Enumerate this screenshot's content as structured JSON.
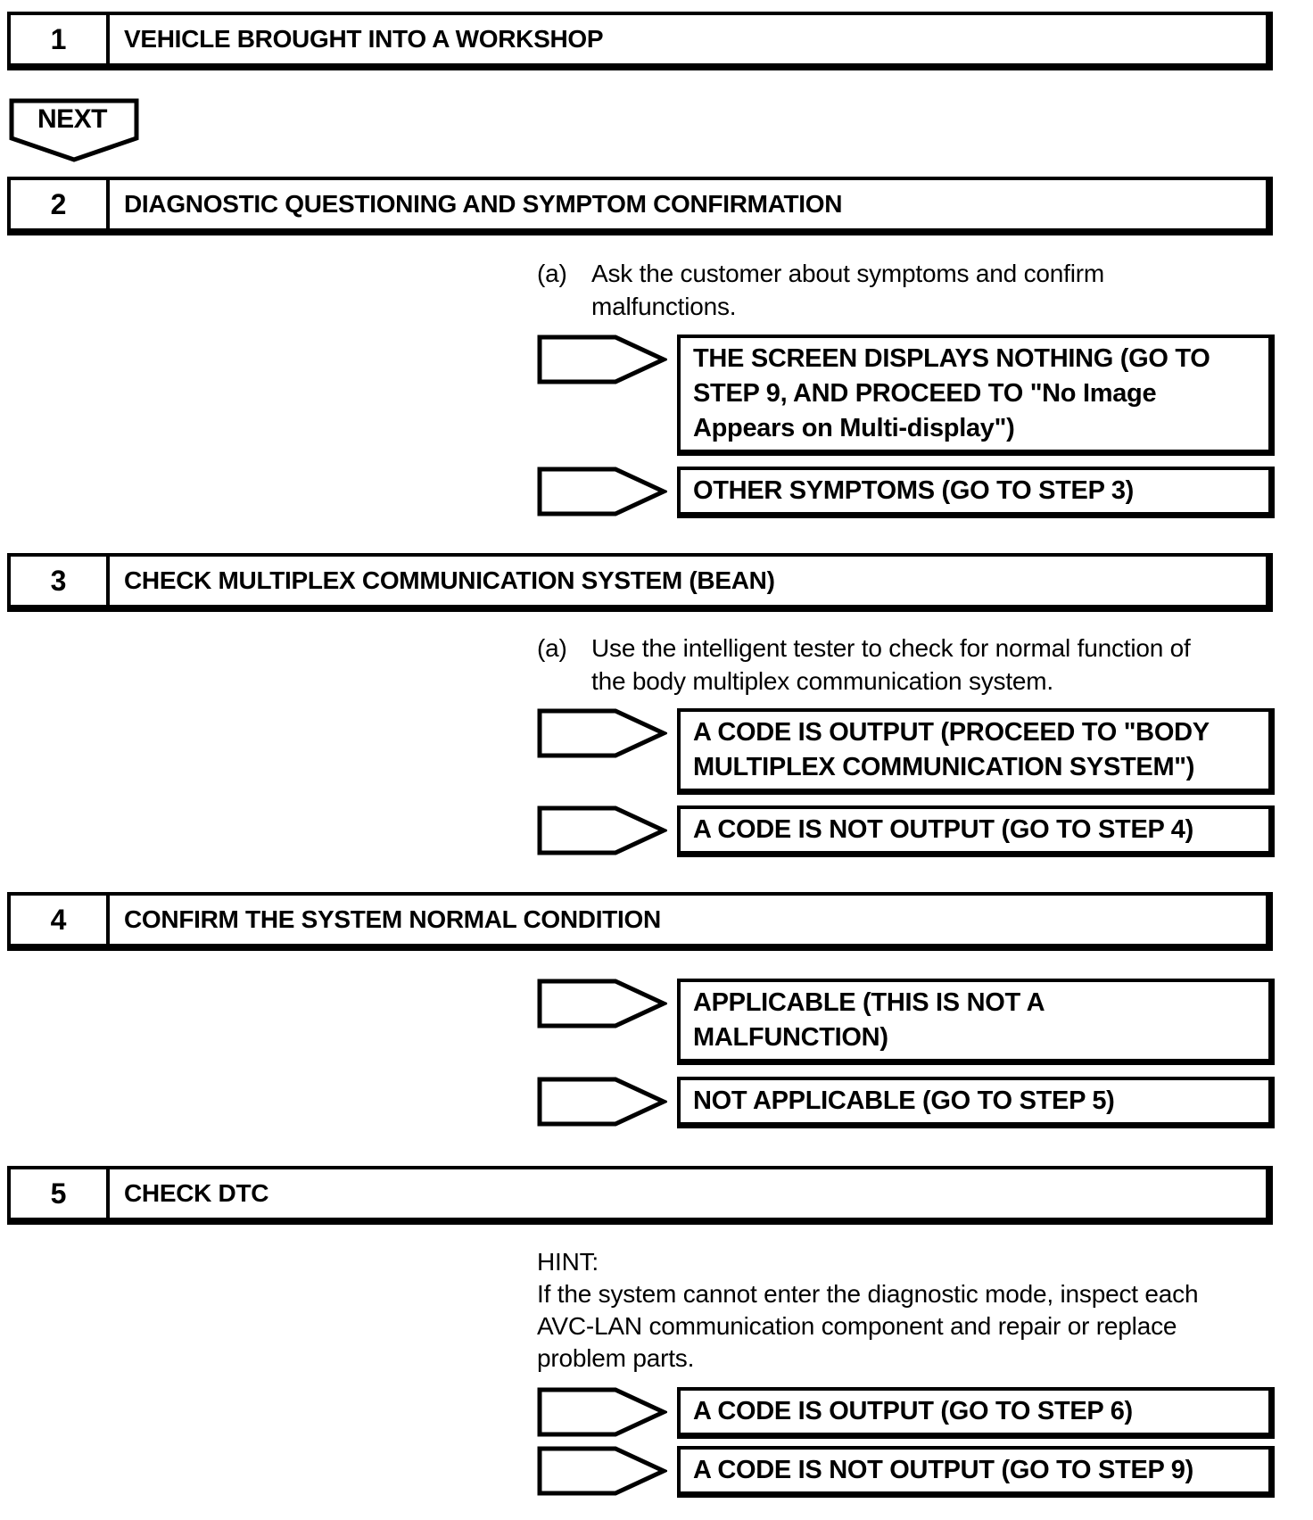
{
  "page": {
    "next_label": "NEXT"
  },
  "steps": [
    {
      "number": "1",
      "title": "VEHICLE BROUGHT INTO A WORKSHOP"
    },
    {
      "number": "2",
      "title": "DIAGNOSTIC QUESTIONING AND SYMPTOM CONFIRMATION",
      "annotation": {
        "label": "(a)",
        "text": "Ask the customer about symptoms and confirm\nmalfunctions."
      },
      "results": [
        "THE SCREEN DISPLAYS NOTHING (GO TO\nSTEP 9, AND PROCEED TO \"No Image\nAppears on Multi-display\")",
        "OTHER SYMPTOMS (GO TO STEP 3)"
      ]
    },
    {
      "number": "3",
      "title": "CHECK MULTIPLEX COMMUNICATION SYSTEM (BEAN)",
      "annotation": {
        "label": "(a)",
        "text": "Use the intelligent tester to check for normal function of\nthe body multiplex communication system."
      },
      "results": [
        "A CODE IS OUTPUT (PROCEED TO \"BODY\nMULTIPLEX COMMUNICATION SYSTEM\")",
        "A CODE IS NOT OUTPUT (GO TO STEP 4)"
      ]
    },
    {
      "number": "4",
      "title": "CONFIRM THE SYSTEM NORMAL CONDITION",
      "results": [
        "APPLICABLE (THIS IS NOT A\nMALFUNCTION)",
        "NOT APPLICABLE (GO TO STEP 5)"
      ]
    },
    {
      "number": "5",
      "title": "CHECK DTC",
      "hint": {
        "label": "HINT:",
        "text": "If the system cannot enter the diagnostic mode, inspect each\nAVC-LAN communication component and repair or replace\nproblem parts."
      },
      "results": [
        "A CODE IS OUTPUT (GO TO STEP 6)",
        "A CODE IS NOT OUTPUT (GO TO STEP 9)"
      ]
    }
  ]
}
